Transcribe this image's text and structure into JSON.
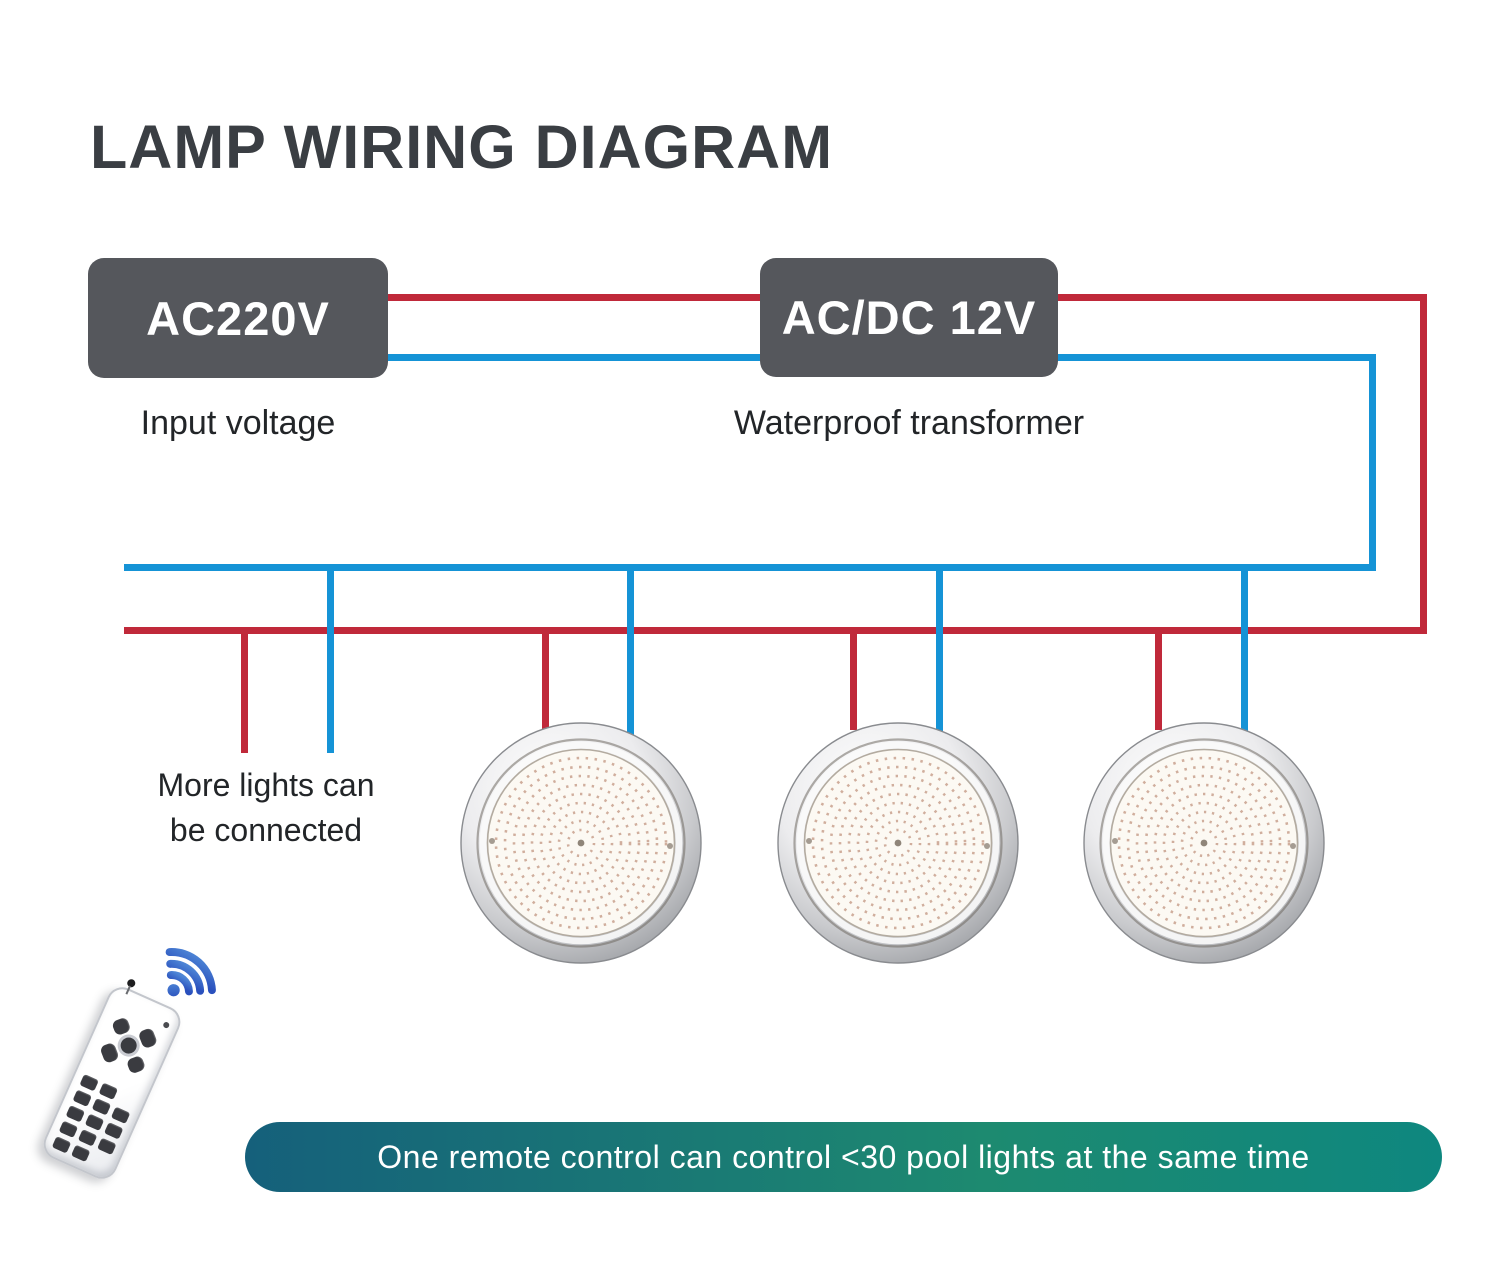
{
  "page": {
    "title": "LAMP WIRING DIAGRAM"
  },
  "colors": {
    "red": "#c0293a",
    "blue": "#1593d6",
    "box": "#55575c",
    "title": "#3a3e43",
    "text": "#222528",
    "banner1": "#15607b",
    "banner2": "#1d8a70",
    "banner3": "#0e877f",
    "wifi1": "#4e86d6",
    "wifi2": "#2a50bd"
  },
  "power_source": {
    "label": "AC220V",
    "caption": "Input voltage"
  },
  "transformer": {
    "label": "AC/DC 12V",
    "caption": "Waterproof transformer"
  },
  "note": {
    "line1": "More lights can",
    "line2": "be connected"
  },
  "banner": {
    "text": "One remote control can control <30 pool lights at the same time"
  },
  "lamps": {
    "count": 3
  },
  "icons": {
    "wifi": "three-arc wireless signal with dot",
    "remote": "handheld remote control with d-pad and button grid"
  }
}
